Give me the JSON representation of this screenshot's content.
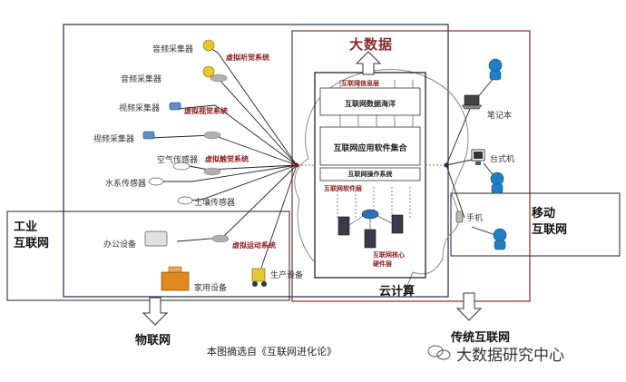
{
  "bigdata": {
    "title": "大数据"
  },
  "cloud": {
    "title": "云计算",
    "info_layer": "互联网信息层",
    "data_ocean": "互联网数据海洋",
    "app_software": "互联网应用软件集合",
    "os": "互联网操作系统",
    "software_layer": "互联网软件层",
    "hardware_layer_l1": "互联网核心",
    "hardware_layer_l2": "硬件层"
  },
  "iot": {
    "title": "物联网",
    "sensors": {
      "audio1": "音频采集器",
      "audio2": "音频采集器",
      "video1": "视频采集器",
      "video2": "视频采集器",
      "air": "空气传感器",
      "water": "水系传感器",
      "soil": "土壤传感器",
      "office": "办公设备",
      "home": "家用设备",
      "production": "生产设备"
    },
    "systems": {
      "auditory": "虚拟听觉系统",
      "visual": "虚拟视觉系统",
      "tactile": "虚拟触觉系统",
      "motion": "虚拟运动系统"
    }
  },
  "industrial": {
    "title_l1": "工业",
    "title_l2": "互联网"
  },
  "mobile": {
    "title_l1": "移动",
    "title_l2": "互联网"
  },
  "traditional": {
    "title": "传统互联网",
    "notebook": "笔记本",
    "desktop": "台式机",
    "phone": "手机"
  },
  "caption": "本图摘选自《互联网进化论》",
  "watermark": "大数据研究中心",
  "colors": {
    "frame_dark": "#1d2a5a",
    "frame_red": "#8b2a2a",
    "accent_blue": "#1e7fc4",
    "node_gray": "#b0b0b0"
  }
}
